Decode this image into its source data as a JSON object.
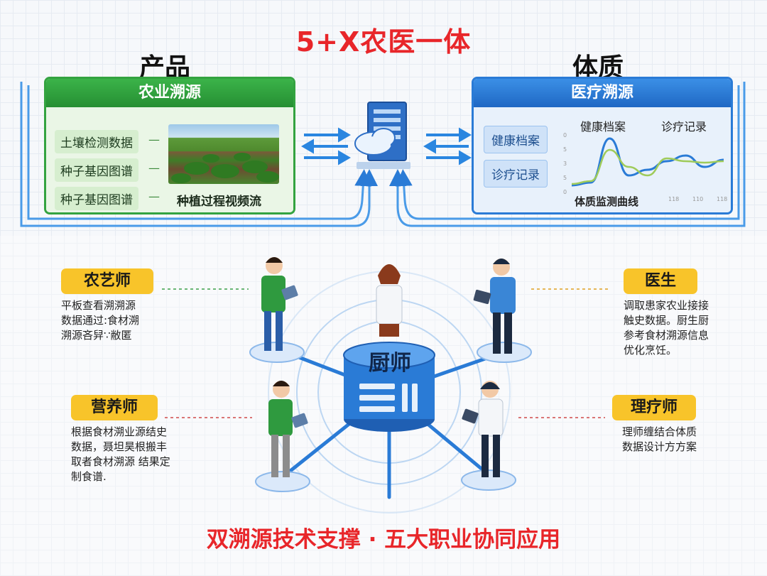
{
  "title": "5+X农医一体",
  "left_heading": "产品",
  "right_heading": "体质",
  "agri_panel": {
    "title": "农业溯源",
    "items": [
      "土壤检测数据",
      "种子基因图谱",
      "种子基因图谱"
    ],
    "video_label": "种植过程视频流",
    "arrow": "—"
  },
  "med_panel": {
    "title": "医疗溯源",
    "tags": [
      "健康档案",
      "诊疗记录"
    ],
    "chart_legend": [
      "健康档案",
      "诊疗记录"
    ],
    "chart_caption": "体质监测曲线",
    "y_ticks": [
      "0",
      "5",
      "3",
      "5",
      "0"
    ],
    "x_ticks": [
      "118",
      "110",
      "118"
    ]
  },
  "chart_data": {
    "type": "line",
    "title": "体质监测曲线",
    "x_ticks": [
      "118",
      "110",
      "118"
    ],
    "series": [
      {
        "name": "健康档案",
        "color": "#2a7bd6",
        "values": [
          0.3,
          0.5,
          3.6,
          1.0,
          1.4,
          2.0,
          2.4,
          1.6,
          2.1
        ]
      },
      {
        "name": "诊疗记录",
        "color": "#9fcb5a",
        "values": [
          0.4,
          0.6,
          2.8,
          1.6,
          1.0,
          2.2,
          2.0,
          1.9,
          2.0
        ]
      }
    ]
  },
  "center": {
    "label": "厨师"
  },
  "roles": [
    {
      "name": "农艺师",
      "lines": [
        "平板查看溯溯源",
        "数据通过:食材溯",
        "溯源吝舁∵敝匿"
      ]
    },
    {
      "name": "医生",
      "lines": [
        "调取患家农业接接",
        "触史数据。厨生厨",
        "参考食材溯源信息",
        "优化烹饪。"
      ]
    },
    {
      "name": "营养师",
      "lines": [
        "根据食材溯业源结史",
        "数据，聂坦昊根搬丰",
        "取者食材溯源 结果定",
        "制食谱."
      ]
    },
    {
      "name": "理疗师",
      "lines": [
        "理师缠结合体质",
        "数据设计方方案"
      ]
    }
  ],
  "footer": "双溯源技术支撑 · 五大职业协同应用",
  "colors": {
    "accent_red": "#e8262a",
    "agri_green": "#33a340",
    "med_blue": "#2a7bd6",
    "badge_yellow": "#f8c42a"
  }
}
